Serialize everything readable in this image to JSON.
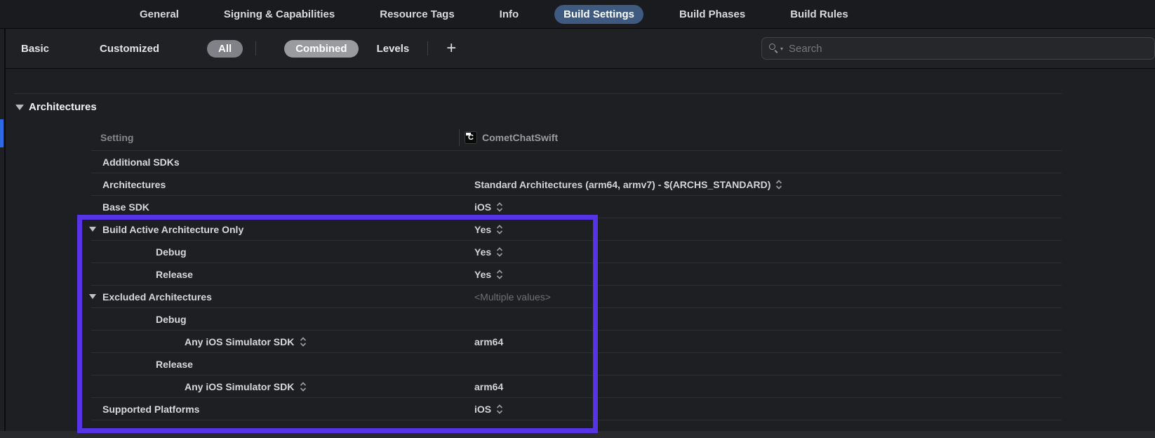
{
  "tabs": {
    "items": [
      {
        "label": "General"
      },
      {
        "label": "Signing & Capabilities"
      },
      {
        "label": "Resource Tags"
      },
      {
        "label": "Info"
      },
      {
        "label": "Build Settings"
      },
      {
        "label": "Build Phases"
      },
      {
        "label": "Build Rules"
      }
    ],
    "selected": "Build Settings"
  },
  "toolbar": {
    "basic": "Basic",
    "customized": "Customized",
    "all": "All",
    "combined": "Combined",
    "levels": "Levels",
    "add": "+",
    "search_placeholder": "Search"
  },
  "section": {
    "title": "Architectures"
  },
  "table": {
    "header": {
      "setting": "Setting",
      "target": "CometChatSwift",
      "target_icon_letter": "C"
    },
    "rows": [
      {
        "label": "Additional SDKs",
        "value": ""
      },
      {
        "label": "Architectures",
        "value": "Standard Architectures (arm64, armv7)  -  $(ARCHS_STANDARD)"
      },
      {
        "label": "Base SDK",
        "value": "iOS"
      },
      {
        "label": "Build Active Architecture Only",
        "value": "Yes"
      },
      {
        "label": "Debug",
        "value": "Yes"
      },
      {
        "label": "Release",
        "value": "Yes"
      },
      {
        "label": "Excluded Architectures",
        "value": "<Multiple values>"
      },
      {
        "label": "Debug",
        "value": ""
      },
      {
        "label": "Any iOS Simulator SDK",
        "value": "arm64"
      },
      {
        "label": "Release",
        "value": ""
      },
      {
        "label": "Any iOS Simulator SDK",
        "value": "arm64"
      },
      {
        "label": "Supported Platforms",
        "value": "iOS"
      }
    ]
  },
  "colors": {
    "selected_tab": "#3e5a80",
    "highlight_box": "#5633e4",
    "accent_strip": "#2b6ae3"
  }
}
